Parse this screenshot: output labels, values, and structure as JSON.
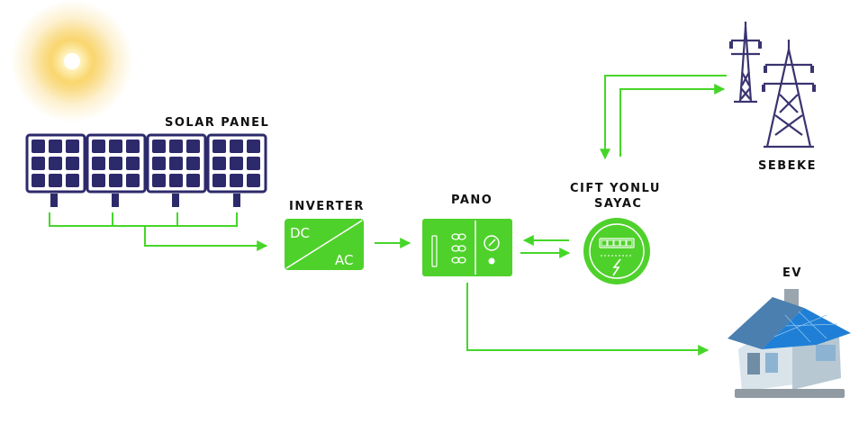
{
  "labels": {
    "solar_panel": "SOLAR PANEL",
    "inverter": "INVERTER",
    "inverter_dc": "DC",
    "inverter_ac": "AC",
    "pano": "PANO",
    "meter_line1": "CIFT YONLU",
    "meter_line2": "SAYAC",
    "grid": "SEBEKE",
    "house": "EV"
  },
  "icons": [
    "sun-icon",
    "solar-panel-icon",
    "inverter-icon",
    "distribution-panel-icon",
    "bidirectional-meter-icon",
    "transmission-tower-icon",
    "house-icon"
  ],
  "colors": {
    "flow_green": "#46d629",
    "device_green": "#4fd12b",
    "panel_navy": "#2d2a6b",
    "tower_purple": "#3a3470",
    "sun_yellow": "#f6c33a"
  }
}
